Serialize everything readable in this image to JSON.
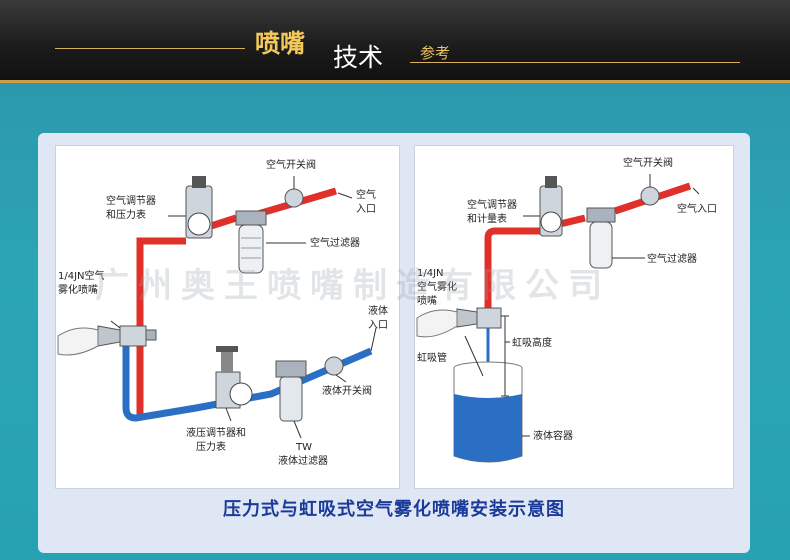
{
  "header": {
    "title_main": "喷嘴",
    "title_tech": "技术",
    "title_ref": "参考"
  },
  "watermark": "广州奥王喷嘴制造有限公司",
  "caption": "压力式与虹吸式空气雾化喷嘴安装示意图",
  "left_diagram": {
    "labels": {
      "air_switch_valve": "空气开关阀",
      "air_regulator": "空气调节器\n和压力表",
      "air_inlet": "空气\n入口",
      "air_filter": "空气过滤器",
      "nozzle": "1/4JN空气\n雾化喷嘴",
      "liquid_inlet": "液体\n入口",
      "liquid_switch_valve": "液体开关阀",
      "liquid_regulator": "液压调节器和\n压力表",
      "liquid_filter": "TW\n液体过滤器"
    }
  },
  "right_diagram": {
    "labels": {
      "air_switch_valve": "空气开关阀",
      "air_regulator": "空气调节器\n和计量表",
      "air_inlet": "空气入口",
      "air_filter": "空气过滤器",
      "nozzle": "1/4JN\n空气雾化\n喷嘴",
      "siphon_height": "虹吸高度",
      "siphon_tube": "虹吸管",
      "liquid_container": "液体容器"
    }
  },
  "colors": {
    "air_pipe": "#e0302a",
    "liquid_pipe": "#2a6fc4",
    "caption": "#1b3a9a",
    "title_gold": "#f2c95a"
  }
}
